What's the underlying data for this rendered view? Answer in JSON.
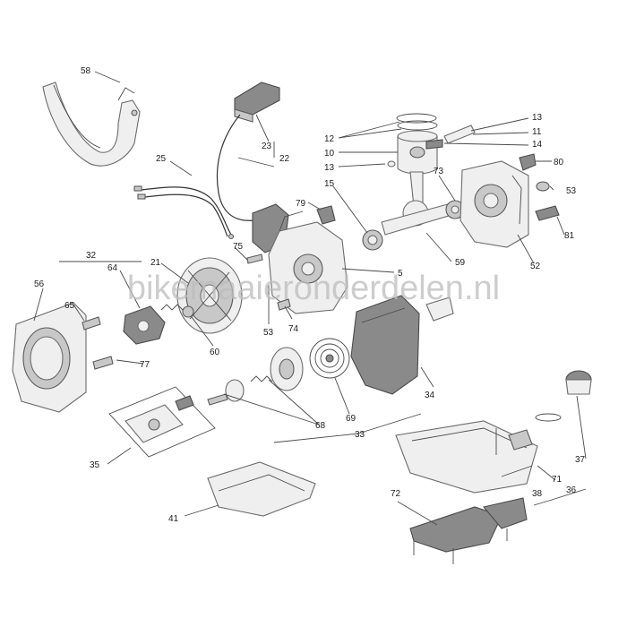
{
  "watermark": "bikemaaieronderdelen.nl",
  "labels": {
    "l58": "58",
    "l23": "23",
    "l22": "22",
    "l25": "25",
    "l12": "12",
    "l10": "10",
    "l13a": "13",
    "l15": "15",
    "l13b": "13",
    "l11": "11",
    "l14": "14",
    "l80": "80",
    "l73": "73",
    "l53a": "53",
    "l79": "79",
    "l81": "81",
    "l75": "75",
    "l59": "59",
    "l52": "52",
    "l32": "32",
    "l64": "64",
    "l21": "21",
    "l5": "5",
    "l56": "56",
    "l65": "65",
    "l53b": "53",
    "l74": "74",
    "l60": "60",
    "l77": "77",
    "l34": "34",
    "l69": "69",
    "l68": "68",
    "l33": "33",
    "l35": "35",
    "l37": "37",
    "l71": "71",
    "l38": "38",
    "l36": "36",
    "l72": "72",
    "l41": "41"
  }
}
